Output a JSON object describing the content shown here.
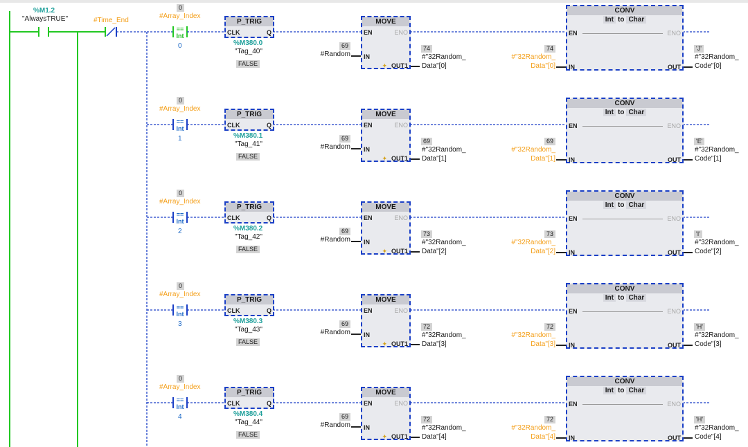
{
  "power": {
    "contact1_addr": "%M1.2",
    "contact1_name": "\"AlwaysTRUE\"",
    "contact2_name": "#Time_End"
  },
  "rungs": [
    {
      "index_value": "0",
      "index_var": "#Array_Index",
      "cmp_op": "==",
      "cmp_type": "Int",
      "cmp_const": "0",
      "cmp_active": true,
      "trig_title": "P_TRIG",
      "trig_clk": "CLK",
      "trig_q": "Q",
      "trig_addr": "%M380.0",
      "trig_tag": "\"Tag_40\"",
      "trig_state": "FALSE",
      "move_title": "MOVE",
      "move_en": "EN",
      "move_eno": "ENO",
      "move_in": "IN",
      "move_out": "OUT1",
      "move_in_value": "69",
      "move_in_var": "#Random",
      "move_out_value": "74",
      "move_out_var1": "#\"32Random_",
      "move_out_var2": "Data\"[0]",
      "conv_title": "CONV",
      "conv_from": "Int",
      "conv_to_word": "to",
      "conv_to": "Char",
      "conv_en": "EN",
      "conv_eno": "ENO",
      "conv_in": "IN",
      "conv_out": "OUT",
      "conv_in_value": "74",
      "conv_in_var1": "#\"32Random_",
      "conv_in_var2": "Data\"[0]",
      "conv_out_value": "'J'",
      "conv_out_var1": "#\"32Random_",
      "conv_out_var2": "Code\"[0]"
    },
    {
      "index_value": "0",
      "index_var": "#Array_Index",
      "cmp_op": "==",
      "cmp_type": "Int",
      "cmp_const": "1",
      "cmp_active": false,
      "trig_title": "P_TRIG",
      "trig_clk": "CLK",
      "trig_q": "Q",
      "trig_addr": "%M380.1",
      "trig_tag": "\"Tag_41\"",
      "trig_state": "FALSE",
      "move_title": "MOVE",
      "move_en": "EN",
      "move_eno": "ENO",
      "move_in": "IN",
      "move_out": "OUT1",
      "move_in_value": "69",
      "move_in_var": "#Random",
      "move_out_value": "69",
      "move_out_var1": "#\"32Random_",
      "move_out_var2": "Data\"[1]",
      "conv_title": "CONV",
      "conv_from": "Int",
      "conv_to_word": "to",
      "conv_to": "Char",
      "conv_en": "EN",
      "conv_eno": "ENO",
      "conv_in": "IN",
      "conv_out": "OUT",
      "conv_in_value": "69",
      "conv_in_var1": "#\"32Random_",
      "conv_in_var2": "Data\"[1]",
      "conv_out_value": "'E'",
      "conv_out_var1": "#\"32Random_",
      "conv_out_var2": "Code\"[1]"
    },
    {
      "index_value": "0",
      "index_var": "#Array_Index",
      "cmp_op": "==",
      "cmp_type": "Int",
      "cmp_const": "2",
      "cmp_active": false,
      "trig_title": "P_TRIG",
      "trig_clk": "CLK",
      "trig_q": "Q",
      "trig_addr": "%M380.2",
      "trig_tag": "\"Tag_42\"",
      "trig_state": "FALSE",
      "move_title": "MOVE",
      "move_en": "EN",
      "move_eno": "ENO",
      "move_in": "IN",
      "move_out": "OUT1",
      "move_in_value": "69",
      "move_in_var": "#Random",
      "move_out_value": "73",
      "move_out_var1": "#\"32Random_",
      "move_out_var2": "Data\"[2]",
      "conv_title": "CONV",
      "conv_from": "Int",
      "conv_to_word": "to",
      "conv_to": "Char",
      "conv_en": "EN",
      "conv_eno": "ENO",
      "conv_in": "IN",
      "conv_out": "OUT",
      "conv_in_value": "73",
      "conv_in_var1": "#\"32Random_",
      "conv_in_var2": "Data\"[2]",
      "conv_out_value": "'I'",
      "conv_out_var1": "#\"32Random_",
      "conv_out_var2": "Code\"[2]"
    },
    {
      "index_value": "0",
      "index_var": "#Array_Index",
      "cmp_op": "==",
      "cmp_type": "Int",
      "cmp_const": "3",
      "cmp_active": false,
      "trig_title": "P_TRIG",
      "trig_clk": "CLK",
      "trig_q": "Q",
      "trig_addr": "%M380.3",
      "trig_tag": "\"Tag_43\"",
      "trig_state": "FALSE",
      "move_title": "MOVE",
      "move_en": "EN",
      "move_eno": "ENO",
      "move_in": "IN",
      "move_out": "OUT1",
      "move_in_value": "69",
      "move_in_var": "#Random",
      "move_out_value": "72",
      "move_out_var1": "#\"32Random_",
      "move_out_var2": "Data\"[3]",
      "conv_title": "CONV",
      "conv_from": "Int",
      "conv_to_word": "to",
      "conv_to": "Char",
      "conv_en": "EN",
      "conv_eno": "ENO",
      "conv_in": "IN",
      "conv_out": "OUT",
      "conv_in_value": "72",
      "conv_in_var1": "#\"32Random_",
      "conv_in_var2": "Data\"[3]",
      "conv_out_value": "'H'",
      "conv_out_var1": "#\"32Random_",
      "conv_out_var2": "Code\"[3]"
    },
    {
      "index_value": "0",
      "index_var": "#Array_Index",
      "cmp_op": "==",
      "cmp_type": "Int",
      "cmp_const": "4",
      "cmp_active": false,
      "trig_title": "P_TRIG",
      "trig_clk": "CLK",
      "trig_q": "Q",
      "trig_addr": "%M380.4",
      "trig_tag": "\"Tag_44\"",
      "trig_state": "FALSE",
      "move_title": "MOVE",
      "move_en": "EN",
      "move_eno": "ENO",
      "move_in": "IN",
      "move_out": "OUT1",
      "move_in_value": "69",
      "move_in_var": "#Random",
      "move_out_value": "72",
      "move_out_var1": "#\"32Random_",
      "move_out_var2": "Data\"[4]",
      "conv_title": "CONV",
      "conv_from": "Int",
      "conv_to_word": "to",
      "conv_to": "Char",
      "conv_en": "EN",
      "conv_eno": "ENO",
      "conv_in": "IN",
      "conv_out": "OUT",
      "conv_in_value": "72",
      "conv_in_var1": "#\"32Random_",
      "conv_in_var2": "Data\"[4]",
      "conv_out_value": "'H'",
      "conv_out_var1": "#\"32Random_",
      "conv_out_var2": "Code\"[4]"
    }
  ],
  "colors": {
    "powered": "#22c822",
    "unpowered": "#1a3fc6",
    "constant": "#f4a01c",
    "address": "#1fa09b"
  }
}
